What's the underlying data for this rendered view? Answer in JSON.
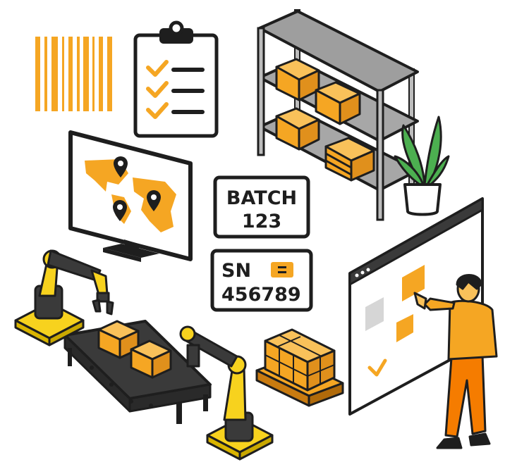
{
  "colors": {
    "accent": "#f5a623",
    "accent_light": "#f9c15a",
    "yellow": "#f7d21e",
    "ink": "#1e1e1e",
    "shelf_gray": "#8c8c8c",
    "screen_gray": "#e9e9e9",
    "plant_green": "#4caf50"
  },
  "icons": [
    "barcode-icon",
    "clipboard-checklist-icon",
    "map-pin-icon",
    "check-icon"
  ],
  "batch_label": {
    "line1": "BATCH",
    "line2": "123"
  },
  "serial_label": {
    "prefix": "SN",
    "number": "456789"
  }
}
